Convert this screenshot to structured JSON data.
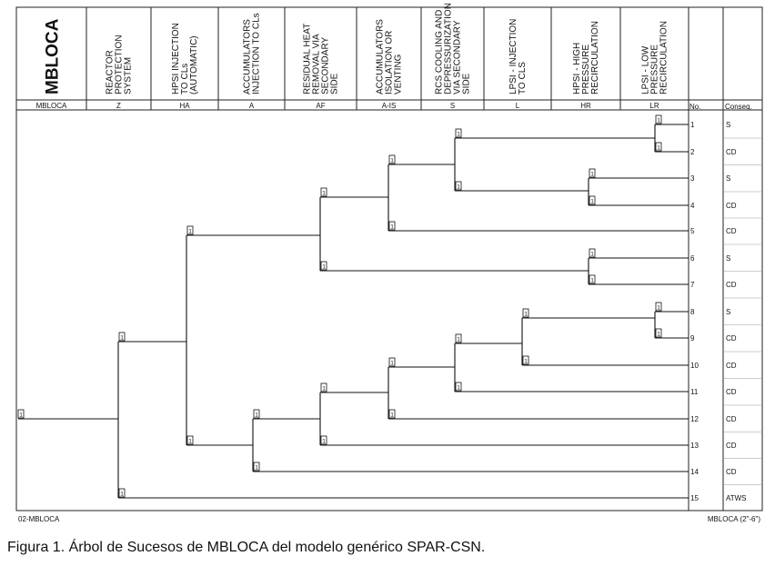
{
  "columns": [
    {
      "title_lines": [
        "MBLOCA"
      ],
      "code": "MBLOCA"
    },
    {
      "title_lines": [
        "REACTOR",
        "PROTECTION",
        "SYSTEM"
      ],
      "code": "Z"
    },
    {
      "title_lines": [
        "HPSI INJECTION",
        "TO CLs",
        "(AUTOMATIC)"
      ],
      "code": "HA"
    },
    {
      "title_lines": [
        "ACCUMULATORS",
        "INJECTION TO CLs"
      ],
      "code": "A"
    },
    {
      "title_lines": [
        "RESIDUAL HEAT",
        "REMOVAL VIA",
        "SECONDARY",
        "SIDE"
      ],
      "code": "AF"
    },
    {
      "title_lines": [
        "ACCUMULATORS",
        "ISOLATION OR",
        "VENTING"
      ],
      "code": "A-IS"
    },
    {
      "title_lines": [
        "RCS COOLING AND",
        "DEPRESSURIZATION",
        "VIA SECONDARY",
        "SIDE"
      ],
      "code": "S"
    },
    {
      "title_lines": [
        "LPSI - INJECTION",
        "TO CLS"
      ],
      "code": "L"
    },
    {
      "title_lines": [
        "HPSI - HIGH",
        "PRESSURE",
        "RECIRCULATION"
      ],
      "code": "HR"
    },
    {
      "title_lines": [
        "LPSI - LOW",
        "PRESSURE",
        "RECIRCULATION"
      ],
      "code": "LR"
    }
  ],
  "no_header": "No.",
  "conseq_header": "Conseq.",
  "node_label": "1",
  "sequences": [
    {
      "no": "1",
      "conseq": "S"
    },
    {
      "no": "2",
      "conseq": "CD"
    },
    {
      "no": "3",
      "conseq": "S"
    },
    {
      "no": "4",
      "conseq": "CD"
    },
    {
      "no": "5",
      "conseq": "CD"
    },
    {
      "no": "6",
      "conseq": "S"
    },
    {
      "no": "7",
      "conseq": "CD"
    },
    {
      "no": "8",
      "conseq": "S"
    },
    {
      "no": "9",
      "conseq": "CD"
    },
    {
      "no": "10",
      "conseq": "CD"
    },
    {
      "no": "11",
      "conseq": "CD"
    },
    {
      "no": "12",
      "conseq": "CD"
    },
    {
      "no": "13",
      "conseq": "CD"
    },
    {
      "no": "14",
      "conseq": "CD"
    },
    {
      "no": "15",
      "conseq": "ATWS"
    }
  ],
  "footer_left": "02-MBLOCA",
  "footer_right": "MBLOCA (2\"-6\")",
  "caption": "Figura 1. Árbol de Sucesos de MBLOCA del modelo genérico SPAR-CSN."
}
